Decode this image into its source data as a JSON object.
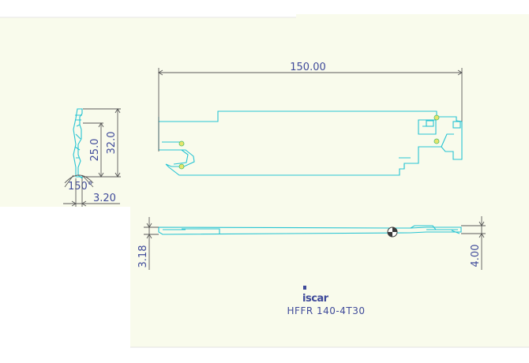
{
  "dimensions": {
    "overall_length": "150.00",
    "blade_height": "25.0",
    "total_height": "32.0",
    "angle": "150°",
    "width": "3.20",
    "thickness_left": "3.18",
    "thickness_right": "4.00"
  },
  "logo": {
    "brand": "iscar"
  },
  "part_number": "HFFR 140-4T30",
  "colors": {
    "background": "#f9fbec",
    "outline": "#27c4d3",
    "dimension_lines": "#5a5a5a",
    "text": "#3f4a9a",
    "holes": "#e8e46a"
  }
}
